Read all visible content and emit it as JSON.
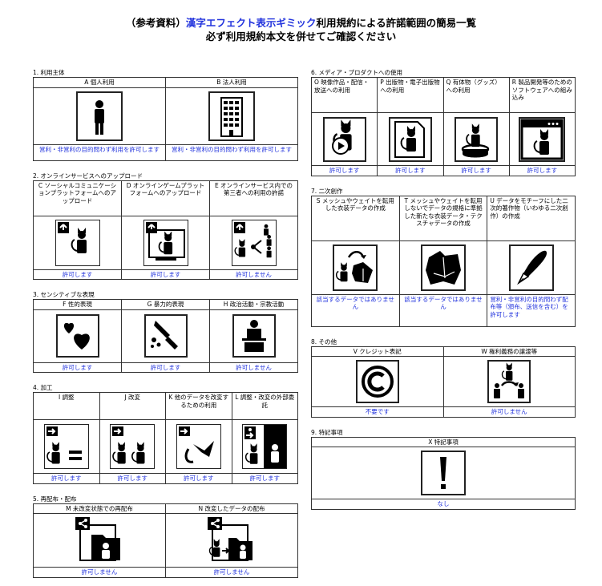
{
  "title": {
    "line1_prefix": "（参考資料）",
    "line1_highlight": "漢字エフェクト表示ギミック",
    "line1_suffix": "利用規約による許諾範囲の簡易一覧",
    "line2": "必ず利用規約本文を併せてご確認ください"
  },
  "colors": {
    "status_blue": "#2233dd",
    "border": "#333333"
  },
  "sections": {
    "s1": {
      "label": "1. 利用主体",
      "items": [
        {
          "header": "A 個人利用",
          "icon": "person-icon",
          "status": "営利・非営利の目的問わず利用を許可します"
        },
        {
          "header": "B 法人利用",
          "icon": "building-icon",
          "status": "営利・非営利の目的問わず利用を許可します"
        }
      ]
    },
    "s2": {
      "label": "2. オンラインサービスへのアップロード",
      "items": [
        {
          "header": "C ソーシャルコミュニケーションプラットフォームへのアップロード",
          "icon": "upload-social-icon",
          "status": "許可します"
        },
        {
          "header": "D オンラインゲームプラットフォームへのアップロード",
          "icon": "upload-game-icon",
          "status": "許可します"
        },
        {
          "header": "E オンラインサービス内での第三者への利用の許諾",
          "icon": "upload-share-icon",
          "status": "許可しません"
        }
      ]
    },
    "s3": {
      "label": "3. センシティブな表現",
      "items": [
        {
          "header": "F 性的表現",
          "icon": "hearts-icon",
          "status": "許可します"
        },
        {
          "header": "G 暴力的表現",
          "icon": "knife-icon",
          "status": "許可します"
        },
        {
          "header": "H 政治活動・宗教活動",
          "icon": "podium-icon",
          "status": "許可しません"
        }
      ]
    },
    "s4": {
      "label": "4. 加工",
      "items": [
        {
          "header": "I 調整",
          "icon": "adjust-icon",
          "status": "許可します"
        },
        {
          "header": "J 改変",
          "icon": "modify-icon",
          "status": "許可します"
        },
        {
          "header": "K 他のデータを改変するための利用",
          "icon": "parts-icon",
          "status": "許可します"
        },
        {
          "header": "L 調整・改変の外部委託",
          "icon": "outsource-icon",
          "status": "許可します"
        }
      ]
    },
    "s5": {
      "label": "5. 再配布・配布",
      "items": [
        {
          "header": "M 未改変状態での再配布",
          "icon": "redistribute-icon",
          "status": "許可しません"
        },
        {
          "header": "N 改変したデータの配布",
          "icon": "distribute-modified-icon",
          "status": "許可しません"
        }
      ]
    },
    "s6": {
      "label": "6. メディア・プロダクトへの使用",
      "items": [
        {
          "header": "O 映像作品・配信・放送への利用",
          "icon": "video-icon",
          "status": "許可します"
        },
        {
          "header": "P 出版物・電子出版物への利用",
          "icon": "publication-icon",
          "status": "許可します"
        },
        {
          "header": "Q 有体物（グッズ）への利用",
          "icon": "goods-icon",
          "status": "許可します"
        },
        {
          "header": "R 製品開発等のためのソフトウェアへの組み込み",
          "icon": "software-icon",
          "status": "許可します"
        }
      ]
    },
    "s7": {
      "label": "7. 二次創作",
      "items": [
        {
          "header": "S メッシュやウェイトを転用した衣装データの作成",
          "icon": "costume-convert-icon",
          "status": "該当するデータではありません"
        },
        {
          "header": "T メッシュやウェイトを転用しないでデータの規格に準拠した新たな衣装データ・テクスチャデータの作成",
          "icon": "costume-icon",
          "status": "該当するデータではありません"
        },
        {
          "header": "U データをモチーフにした二次的著作物（いわゆる二次創作）の作成",
          "icon": "pen-icon",
          "status": "営利・非営利の目的問わず配布等（頒布、送信を含む）を許可します"
        }
      ]
    },
    "s8": {
      "label": "8. その他",
      "items": [
        {
          "header": "V クレジット表記",
          "icon": "copyright-icon",
          "status": "不要です"
        },
        {
          "header": "W 権利義務の譲渡等",
          "icon": "transfer-icon",
          "status": "許可しません"
        }
      ]
    },
    "s9": {
      "label": "9. 特記事項",
      "items": [
        {
          "header": "X 特記事項",
          "icon": "exclamation-icon",
          "status": "なし"
        }
      ]
    }
  }
}
